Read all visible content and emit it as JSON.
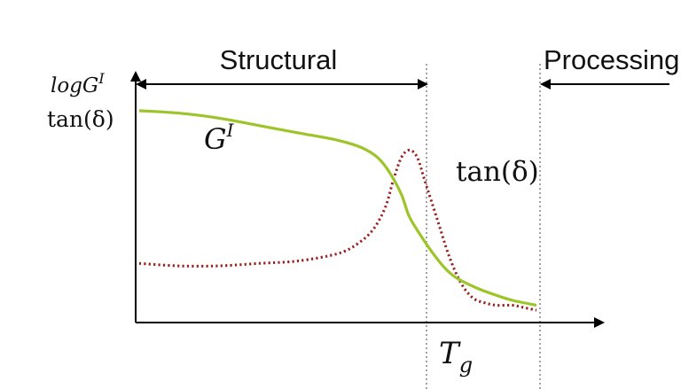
{
  "labels": {
    "y_axis_line1": "logG",
    "y_axis_line1_sup": "I",
    "y_axis_line2": "tan(δ)",
    "region_structural": "Structural",
    "region_processing": "Processing",
    "curve_g": "G",
    "curve_g_sup": "I",
    "curve_tan": "tan(δ)",
    "tg_main": "T",
    "tg_sub": "g"
  },
  "colors": {
    "g_curve": "#9dc52a",
    "tan_curve": "#9b1f1f",
    "axis": "#000000",
    "guide": "#444444",
    "text": "#111111"
  },
  "chart_data": {
    "type": "line",
    "title": "",
    "xlabel": "",
    "ylabel": "logG^I / tan(δ)",
    "x_ticks": [
      "T_g"
    ],
    "regions": [
      "Structural",
      "Processing"
    ],
    "series": [
      {
        "name": "G^I",
        "style": "solid",
        "color": "#9dc52a",
        "points": [
          [
            0.0,
            0.86
          ],
          [
            0.1,
            0.85
          ],
          [
            0.2,
            0.83
          ],
          [
            0.3,
            0.8
          ],
          [
            0.4,
            0.77
          ],
          [
            0.5,
            0.74
          ],
          [
            0.56,
            0.71
          ],
          [
            0.6,
            0.67
          ],
          [
            0.63,
            0.61
          ],
          [
            0.66,
            0.52
          ],
          [
            0.68,
            0.43
          ],
          [
            0.71,
            0.35
          ],
          [
            0.74,
            0.28
          ],
          [
            0.77,
            0.22
          ],
          [
            0.8,
            0.18
          ],
          [
            0.85,
            0.14
          ],
          [
            0.9,
            0.11
          ],
          [
            0.94,
            0.09
          ],
          [
            1.0,
            0.07
          ]
        ]
      },
      {
        "name": "tan(δ)",
        "style": "dotted",
        "color": "#9b1f1f",
        "points": [
          [
            0.0,
            0.24
          ],
          [
            0.1,
            0.23
          ],
          [
            0.2,
            0.23
          ],
          [
            0.3,
            0.24
          ],
          [
            0.4,
            0.25
          ],
          [
            0.5,
            0.28
          ],
          [
            0.55,
            0.32
          ],
          [
            0.59,
            0.38
          ],
          [
            0.62,
            0.47
          ],
          [
            0.64,
            0.58
          ],
          [
            0.66,
            0.67
          ],
          [
            0.68,
            0.7
          ],
          [
            0.7,
            0.67
          ],
          [
            0.72,
            0.57
          ],
          [
            0.75,
            0.42
          ],
          [
            0.78,
            0.27
          ],
          [
            0.81,
            0.16
          ],
          [
            0.84,
            0.1
          ],
          [
            0.87,
            0.08
          ],
          [
            0.9,
            0.07
          ],
          [
            0.94,
            0.07
          ],
          [
            0.97,
            0.06
          ],
          [
            1.0,
            0.05
          ]
        ]
      }
    ],
    "transitions": [
      0.68,
      0.96
    ]
  }
}
